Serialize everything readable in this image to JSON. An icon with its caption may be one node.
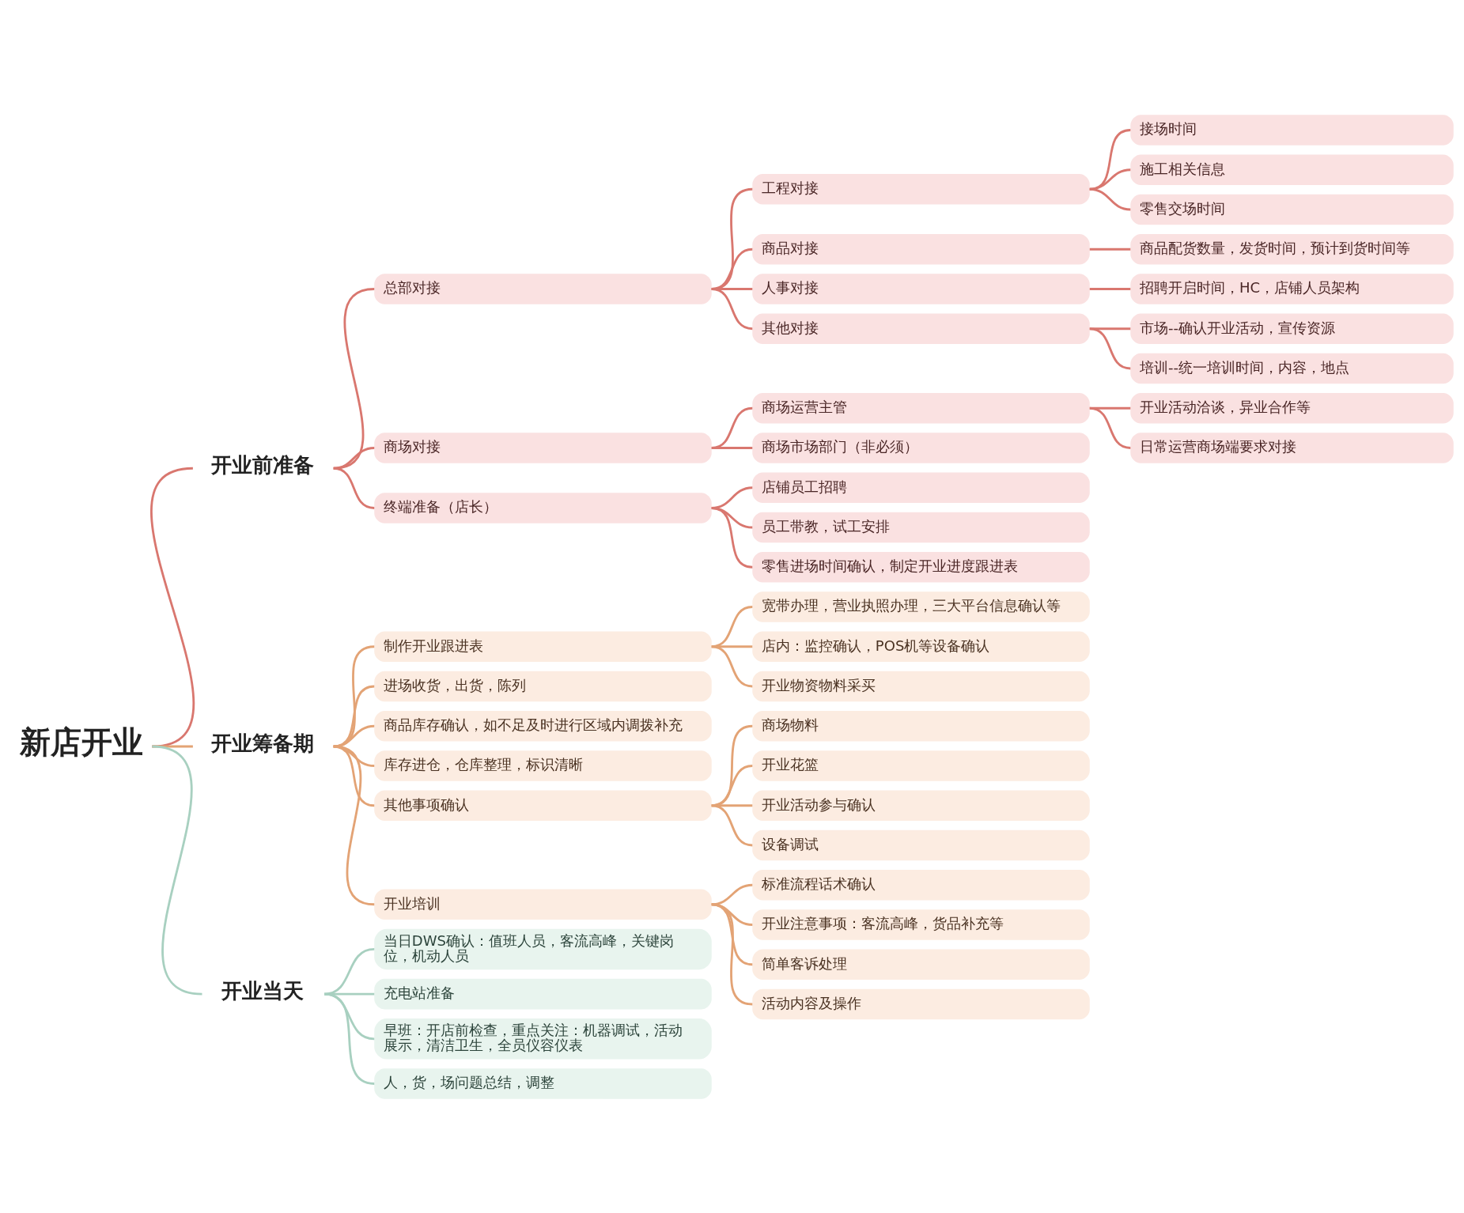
{
  "diagram": {
    "nodes": [
      {
        "text": [
          "新店开业"
        ]
      },
      {
        "text": [
          "开业前准备"
        ]
      },
      {
        "text": [
          "总部对接"
        ]
      },
      {
        "text": [
          "工程对接"
        ]
      },
      {
        "text": [
          "接场时间"
        ]
      },
      {
        "text": [
          "施工相关信息"
        ]
      },
      {
        "text": [
          "零售交场时间"
        ]
      },
      {
        "text": [
          "商品对接"
        ]
      },
      {
        "text": [
          "商品配货数量，发货时间，预计到货时间等"
        ]
      },
      {
        "text": [
          "人事对接"
        ]
      },
      {
        "text": [
          "招聘开启时间，HC，店铺人员架构"
        ]
      },
      {
        "text": [
          "其他对接"
        ]
      },
      {
        "text": [
          "市场--确认开业活动，宣传资源"
        ]
      },
      {
        "text": [
          "培训--统一培训时间，内容，地点"
        ]
      },
      {
        "text": [
          "商场对接"
        ]
      },
      {
        "text": [
          "商场运营主管"
        ]
      },
      {
        "text": [
          "开业活动洽谈，异业合作等"
        ]
      },
      {
        "text": [
          "日常运营商场端要求对接"
        ]
      },
      {
        "text": [
          "商场市场部门（非必须）"
        ]
      },
      {
        "text": [
          "终端准备（店长）"
        ]
      },
      {
        "text": [
          "店铺员工招聘"
        ]
      },
      {
        "text": [
          "员工带教，试工安排"
        ]
      },
      {
        "text": [
          "零售进场时间确认，制定开业进度跟进表"
        ]
      },
      {
        "text": [
          "开业筹备期"
        ]
      },
      {
        "text": [
          "制作开业跟进表"
        ]
      },
      {
        "text": [
          "宽带办理，营业执照办理，三大平台信息确认等"
        ]
      },
      {
        "text": [
          "店内：监控确认，POS机等设备确认"
        ]
      },
      {
        "text": [
          "开业物资物料采买"
        ]
      },
      {
        "text": [
          "进场收货，出货，陈列"
        ]
      },
      {
        "text": [
          "商品库存确认，如不足及时进行区域内调拨补充"
        ]
      },
      {
        "text": [
          "库存进仓，仓库整理，标识清晰"
        ]
      },
      {
        "text": [
          "其他事项确认"
        ]
      },
      {
        "text": [
          "商场物料"
        ]
      },
      {
        "text": [
          "开业花篮"
        ]
      },
      {
        "text": [
          "开业活动参与确认"
        ]
      },
      {
        "text": [
          "设备调试"
        ]
      },
      {
        "text": [
          "开业培训"
        ]
      },
      {
        "text": [
          "标准流程话术确认"
        ]
      },
      {
        "text": [
          "开业注意事项：客流高峰，货品补充等"
        ]
      },
      {
        "text": [
          "简单客诉处理"
        ]
      },
      {
        "text": [
          "活动内容及操作"
        ]
      },
      {
        "text": [
          "开业当天"
        ]
      },
      {
        "text": [
          "当日DWS确认：值班人员，客流高峰，关键岗位，机动人员"
        ]
      },
      {
        "text": [
          "充电站准备"
        ]
      },
      {
        "text": [
          "早班：开店前检查，重点关注：机器调试，活动展示，清洁卫生，全员仪容仪表"
        ]
      },
      {
        "text": [
          "人，货，场问题总结，调整"
        ]
      }
    ],
    "edges": [
      {
        "from": 0,
        "to": 1,
        "arrow": "none"
      },
      {
        "from": 1,
        "to": 2,
        "arrow": "none"
      },
      {
        "from": 2,
        "to": 3,
        "arrow": "none"
      },
      {
        "from": 3,
        "to": 4,
        "arrow": "none"
      },
      {
        "from": 3,
        "to": 5,
        "arrow": "none"
      },
      {
        "from": 3,
        "to": 6,
        "arrow": "none"
      },
      {
        "from": 2,
        "to": 7,
        "arrow": "none"
      },
      {
        "from": 7,
        "to": 8,
        "arrow": "none"
      },
      {
        "from": 2,
        "to": 9,
        "arrow": "none"
      },
      {
        "from": 9,
        "to": 10,
        "arrow": "none"
      },
      {
        "from": 2,
        "to": 11,
        "arrow": "none"
      },
      {
        "from": 11,
        "to": 12,
        "arrow": "none"
      },
      {
        "from": 11,
        "to": 13,
        "arrow": "none"
      },
      {
        "from": 1,
        "to": 14,
        "arrow": "none"
      },
      {
        "from": 14,
        "to": 15,
        "arrow": "none"
      },
      {
        "from": 15,
        "to": 16,
        "arrow": "none"
      },
      {
        "from": 15,
        "to": 17,
        "arrow": "none"
      },
      {
        "from": 14,
        "to": 18,
        "arrow": "none"
      },
      {
        "from": 1,
        "to": 19,
        "arrow": "none"
      },
      {
        "from": 19,
        "to": 20,
        "arrow": "none"
      },
      {
        "from": 19,
        "to": 21,
        "arrow": "none"
      },
      {
        "from": 19,
        "to": 22,
        "arrow": "none"
      },
      {
        "from": 0,
        "to": 23,
        "arrow": "none",
        "color": "#e3a375"
      },
      {
        "from": 23,
        "to": 24,
        "arrow": "none",
        "color": "#e3a375"
      },
      {
        "from": 24,
        "to": 25,
        "arrow": "none",
        "color": "#e3a375"
      },
      {
        "from": 24,
        "to": 26,
        "arrow": "none",
        "color": "#e3a375"
      },
      {
        "from": 24,
        "to": 27,
        "arrow": "none",
        "color": "#e3a375"
      },
      {
        "from": 23,
        "to": 28,
        "arrow": "none",
        "color": "#e3a375"
      },
      {
        "from": 23,
        "to": 29,
        "arrow": "none",
        "color": "#e3a375"
      },
      {
        "from": 23,
        "to": 30,
        "arrow": "none",
        "color": "#e3a375"
      },
      {
        "from": 23,
        "to": 31,
        "arrow": "none",
        "color": "#e3a375"
      },
      {
        "from": 31,
        "to": 32,
        "arrow": "none",
        "color": "#e3a375"
      },
      {
        "from": 31,
        "to": 33,
        "arrow": "none",
        "color": "#e3a375"
      },
      {
        "from": 31,
        "to": 34,
        "arrow": "none",
        "color": "#e3a375"
      },
      {
        "from": 31,
        "to": 35,
        "arrow": "none",
        "color": "#e3a375"
      },
      {
        "from": 23,
        "to": 36,
        "arrow": "none",
        "color": "#e3a375"
      },
      {
        "from": 36,
        "to": 37,
        "arrow": "none",
        "color": "#e3a375"
      },
      {
        "from": 36,
        "to": 38,
        "arrow": "none",
        "color": "#e3a375"
      },
      {
        "from": 36,
        "to": 39,
        "arrow": "none",
        "color": "#e3a375"
      },
      {
        "from": 36,
        "to": 40,
        "arrow": "none",
        "color": "#e3a375"
      },
      {
        "from": 0,
        "to": 41,
        "arrow": "none",
        "color": "#a8d0c0"
      },
      {
        "from": 41,
        "to": 42,
        "arrow": "none",
        "color": "#a8d0c0"
      },
      {
        "from": 41,
        "to": 43,
        "arrow": "none",
        "color": "#a8d0c0"
      },
      {
        "from": 41,
        "to": 44,
        "arrow": "none",
        "color": "#a8d0c0"
      },
      {
        "from": 41,
        "to": 45,
        "arrow": "none",
        "color": "#a8d0c0"
      }
    ]
  }
}
